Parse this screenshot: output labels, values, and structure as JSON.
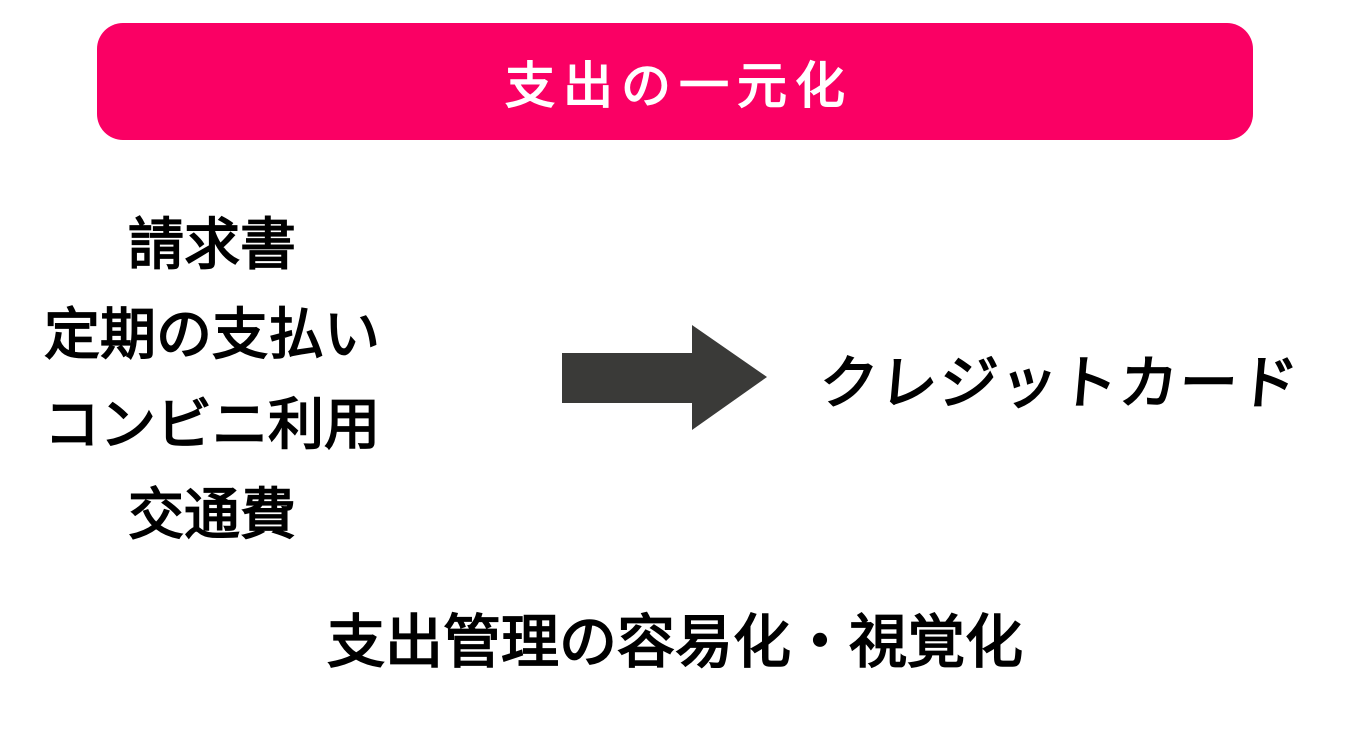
{
  "diagram": {
    "title": "支出の一元化",
    "sources": [
      "請求書",
      "定期の支払い",
      "コンビニ利用",
      "交通費"
    ],
    "arrow_icon": "right-block-arrow-icon",
    "target": "クレジットカード",
    "result": "支出管理の容易化・視覚化",
    "colors": {
      "banner": "#FA0064",
      "banner_text": "#FFFFFF",
      "arrow": "#3A3A38",
      "text": "#000000",
      "background": "#FFFFFF"
    }
  }
}
